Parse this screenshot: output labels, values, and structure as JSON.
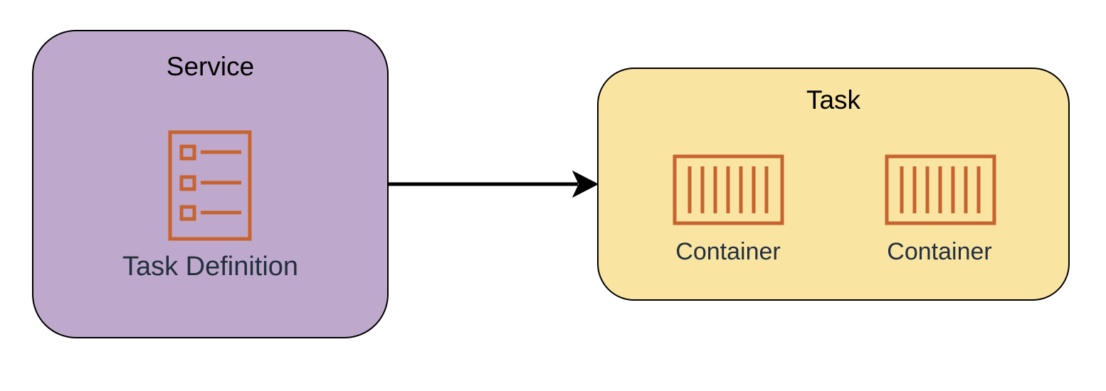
{
  "colors": {
    "service_fill": "#bea9cc",
    "task_fill": "#f9e4a2",
    "icon_stroke": "#c7632f",
    "label_text": "#232f3e",
    "border": "#000000"
  },
  "service": {
    "title": "Service",
    "task_definition": {
      "label": "Task Definition",
      "icon": "task-definition-icon"
    }
  },
  "task": {
    "title": "Task",
    "containers": [
      {
        "label": "Container",
        "icon": "container-icon"
      },
      {
        "label": "Container",
        "icon": "container-icon"
      }
    ]
  },
  "connector": {
    "from": "Service",
    "to": "Task",
    "style": "arrow"
  }
}
